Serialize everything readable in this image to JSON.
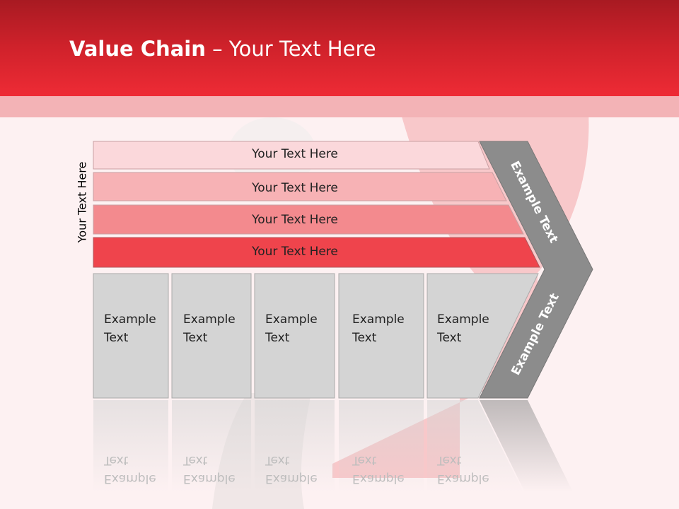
{
  "slide": {
    "title_bold": "Value Chain",
    "title_rest": " – Your Text Here"
  },
  "diagram": {
    "side_label": "Your Text Here",
    "bars": [
      {
        "label": "Your Text Here",
        "color": "#fbd8db"
      },
      {
        "label": "Your Text Here",
        "color": "#f7b2b5"
      },
      {
        "label": "Your Text Here",
        "color": "#f38a8e"
      },
      {
        "label": "Your Text Here",
        "color": "#ef444c"
      }
    ],
    "boxes": [
      {
        "line1": "Example",
        "line2": "Text"
      },
      {
        "line1": "Example",
        "line2": "Text"
      },
      {
        "line1": "Example",
        "line2": "Text"
      },
      {
        "line1": "Example",
        "line2": "Text"
      },
      {
        "line1": "Example",
        "line2": "Text"
      }
    ],
    "arrow_upper_label": "Example Text",
    "arrow_lower_label": "Example Text",
    "colors": {
      "header": "#d0222b",
      "box_fill": "#d4d4d4",
      "arrow_fill": "#8c8c8c"
    }
  }
}
